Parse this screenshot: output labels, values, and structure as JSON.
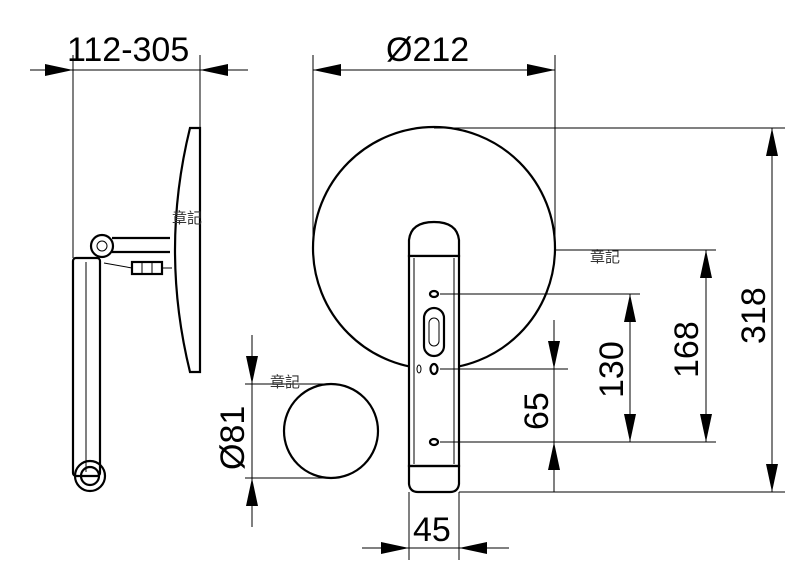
{
  "dimensions": {
    "projection_range": "112-305",
    "mirror_diameter": "Ø212",
    "magnifier_diameter": "Ø81",
    "bracket_width": "45",
    "upper_hole_to_bottom": "130",
    "top_hole_to_bottom": "168",
    "overall_height": "318",
    "lower_hole_spacing": "65"
  },
  "annotations": {
    "stamp_side_view": "章記",
    "stamp_front_view": "章記",
    "stamp_magnifier": "章記"
  }
}
